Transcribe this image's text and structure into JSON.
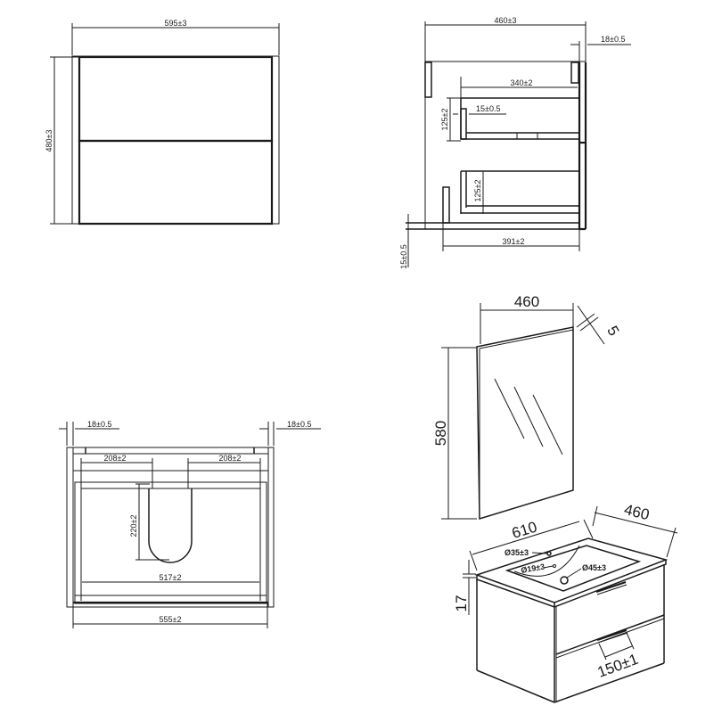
{
  "front_view": {
    "width_label": "595±3",
    "height_label": "480±3"
  },
  "side_section_view": {
    "depth_label": "460±3",
    "panel_thickness_top_label": "18±0.5",
    "upper_drawer_depth_label": "340±2",
    "upper_drawer_side_label": "15±0.5",
    "upper_drawer_height_label": "125±2",
    "lower_drawer_height_label": "125±2",
    "lower_drawer_depth_label": "391±2",
    "bottom_panel_label": "15±0.5"
  },
  "top_view": {
    "left_panel_label": "18±0.5",
    "right_panel_label": "18±0.5",
    "left_cutout_label": "208±2",
    "right_cutout_label": "208±2",
    "cutout_depth_label": "220±2",
    "inner_width_label": "517±2",
    "outer_width_label": "555±2"
  },
  "mirror": {
    "width_label": "460",
    "height_label": "580",
    "thickness_label": "5"
  },
  "vanity_3d": {
    "width_label": "610",
    "depth_label": "460",
    "top_thickness_label": "17",
    "overflow_hole_label": "Ø35±3",
    "tap_hole_label": "Ø19±3",
    "drain_hole_label": "Ø45±3",
    "handle_width_label": "150±1"
  }
}
